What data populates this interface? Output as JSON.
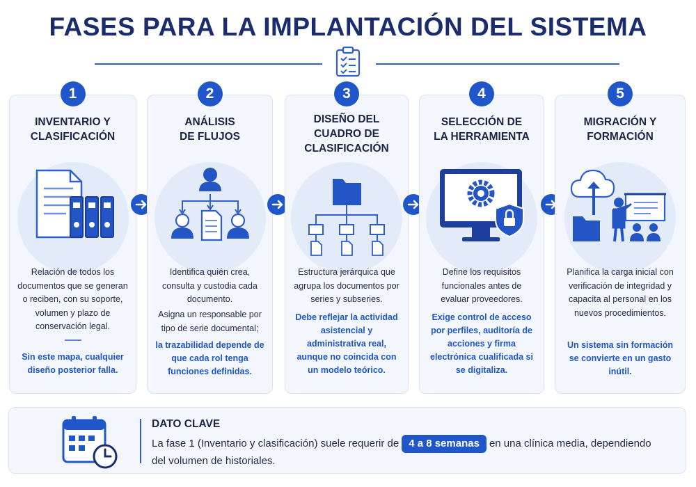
{
  "title": "FASES PARA LA IMPLANTACIÓN DEL SISTEMA",
  "icons": {
    "title": "checklist-clipboard-icon",
    "arrow": "arrow-right-icon",
    "calendar": "calendar-clock-icon"
  },
  "colors": {
    "accent": "#1f56c9",
    "title": "#1a2c6b",
    "card_bg": "#f3f6fc",
    "circle": "#e3ebf9"
  },
  "phases": [
    {
      "number": "1",
      "title_lines": [
        "INVENTARIO Y",
        "CLASIFICACIÓN"
      ],
      "icon": "documents-binders-icon",
      "description": "Relación de todos los documentos que se generan o reciben, con su soporte, volumen y plazo de conservación legal.",
      "note": "Sin este mapa, cualquier diseño posterior falla."
    },
    {
      "number": "2",
      "title_lines": [
        "ANÁLISIS",
        "DE FLUJOS"
      ],
      "icon": "people-flow-icon",
      "description": "Identifica quién crea, consulta y custodia cada documento.",
      "description2": "Asigna un responsable por tipo de serie documental;",
      "note": "la trazabilidad depende de que cada rol tenga funciones definidas."
    },
    {
      "number": "3",
      "title_lines": [
        "DISEÑO DEL",
        "CUADRO DE",
        "CLASIFICACIÓN"
      ],
      "icon": "folder-hierarchy-icon",
      "description": "Estructura jerárquica que agrupa los documentos por series y subseries.",
      "note": "Debe reflejar la actividad asistencial y administrativa real, aunque no coincida con un modelo teórico."
    },
    {
      "number": "4",
      "title_lines": [
        "SELECCIÓN DE",
        "LA HERRAMIENTA"
      ],
      "icon": "monitor-gear-shield-icon",
      "description": "Define los requisitos funcionales antes de evaluar proveedores.",
      "note": "Exige control de acceso por perfiles, auditoría de acciones y firma electrónica cualificada si se digitaliza."
    },
    {
      "number": "5",
      "title_lines": [
        "MIGRACIÓN Y",
        "FORMACIÓN"
      ],
      "icon": "cloud-upload-training-icon",
      "description": "Planifica la carga inicial con verificación de integridad y capacita al personal en los nuevos procedimientos.",
      "note": "Un sistema sin formación se convierte en un gasto inútil."
    }
  ],
  "dato": {
    "title": "DATO CLAVE",
    "text_before": "La fase 1 (Inventario y clasificación) suele requerir de",
    "highlight": "4 a 8 semanas",
    "text_after": "en una clínica media, dependiendo del volumen de historiales."
  }
}
